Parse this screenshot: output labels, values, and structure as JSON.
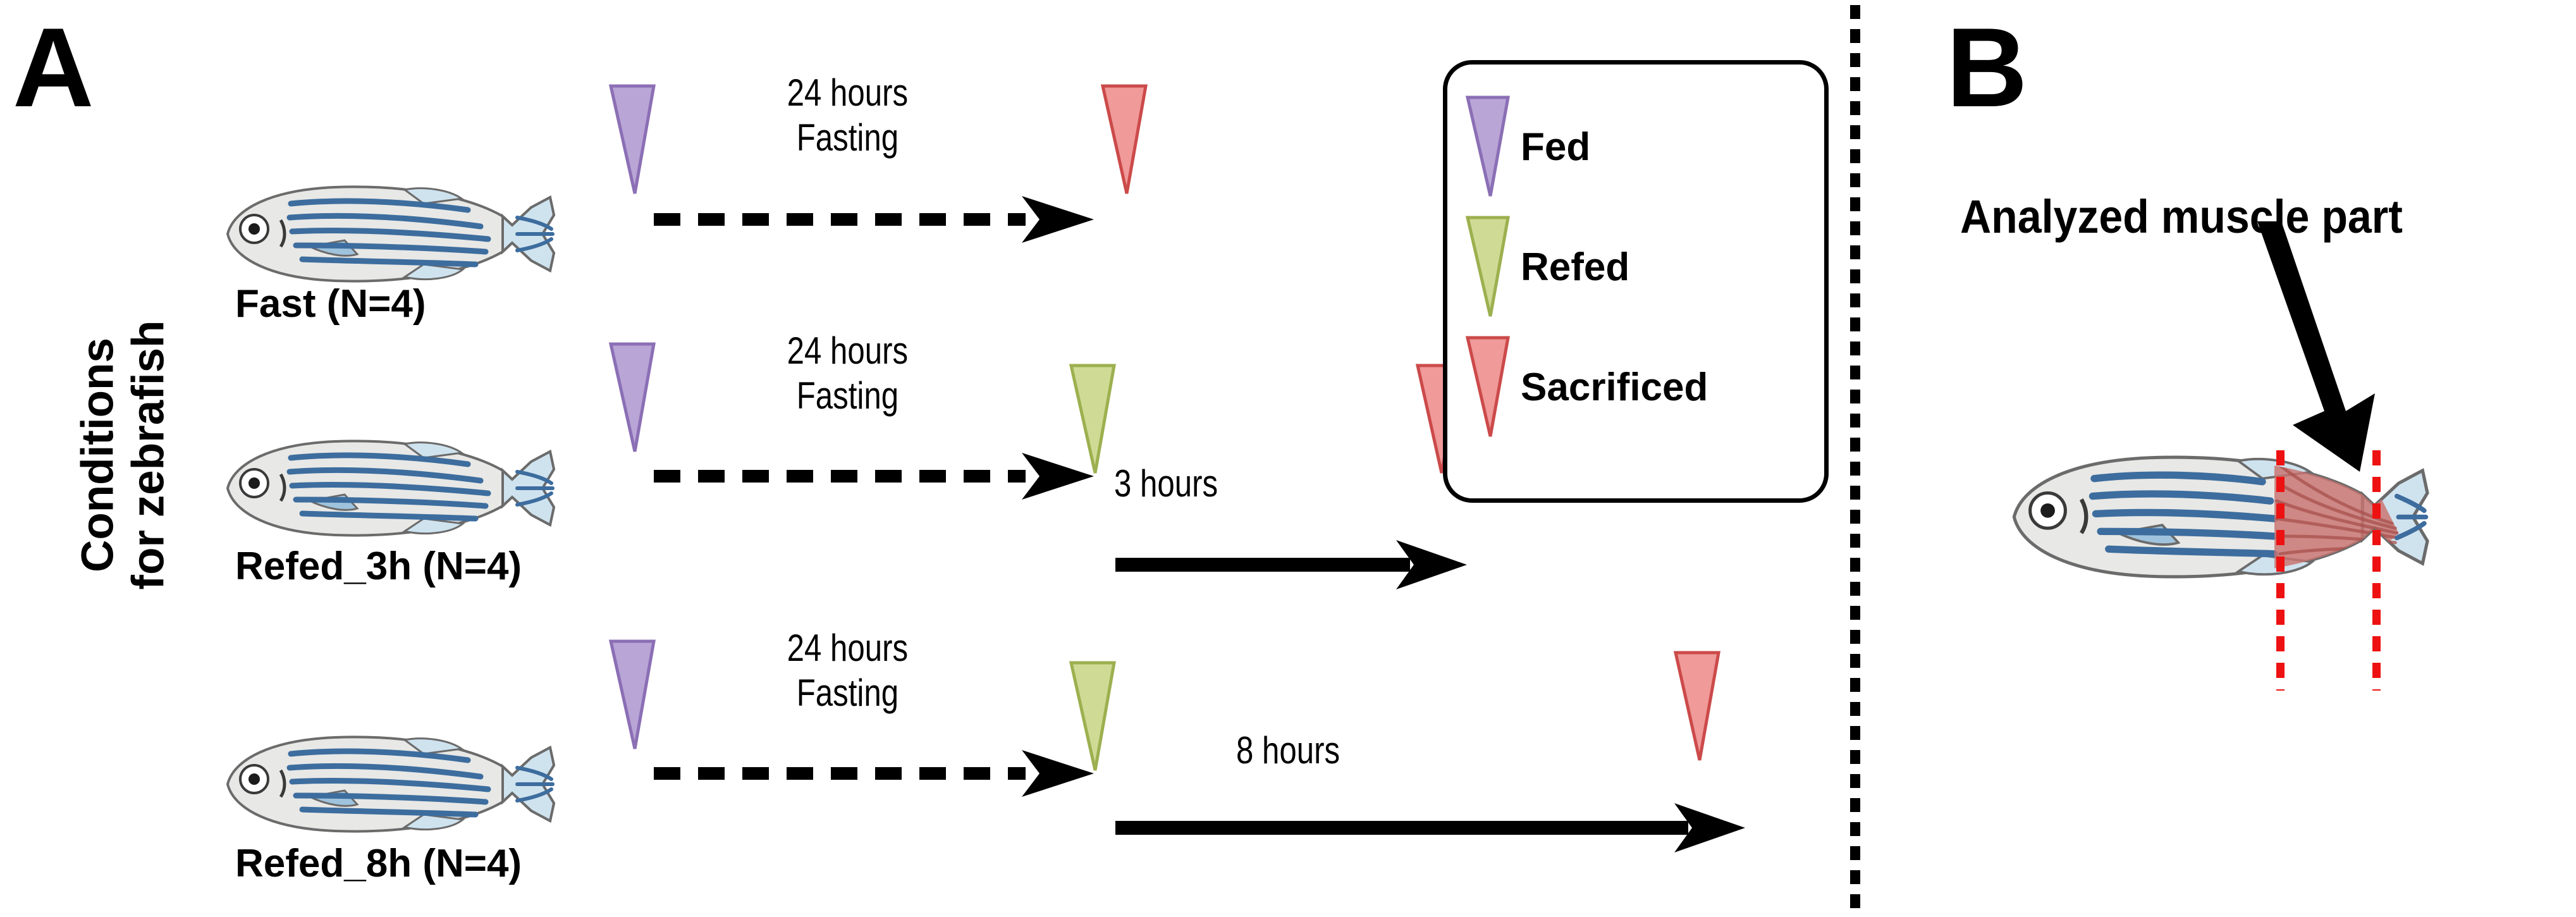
{
  "panels": {
    "a": {
      "letter": "A"
    },
    "b": {
      "letter": "B",
      "caption": "Analyzed muscle part"
    }
  },
  "axis_caption": {
    "line1": "Conditions",
    "line2": "for zebrafish"
  },
  "rows": [
    {
      "id": "fast",
      "label": "Fast (N=4)",
      "start_marker": "fed-triangle",
      "segment1": {
        "text_line1": "24 hours",
        "text_line2": "Fasting",
        "arrow": "dashed"
      },
      "end_marker": "sacrificed-triangle"
    },
    {
      "id": "refed_3h",
      "label": "Refed_3h (N=4)",
      "start_marker": "fed-triangle",
      "segment1": {
        "text_line1": "24 hours",
        "text_line2": "Fasting",
        "arrow": "dashed"
      },
      "mid_marker": "refed-triangle",
      "segment2": {
        "text_line1": "3 hours",
        "text_line2": "",
        "arrow": "solid"
      },
      "end_marker": "sacrificed-triangle"
    },
    {
      "id": "refed_8h",
      "label": "Refed_8h (N=4)",
      "start_marker": "fed-triangle",
      "segment1": {
        "text_line1": "24 hours",
        "text_line2": "Fasting",
        "arrow": "dashed"
      },
      "mid_marker": "refed-triangle",
      "segment2": {
        "text_line1": "8 hours",
        "text_line2": "",
        "arrow": "solid"
      },
      "end_marker": "sacrificed-triangle"
    }
  ],
  "legend": {
    "items": [
      {
        "label": "Fed",
        "icon": "fed-triangle",
        "color": "#b9a5d6"
      },
      {
        "label": "Refed",
        "icon": "refed-triangle",
        "color": "#cfdb95"
      },
      {
        "label": "Sacrificed",
        "icon": "sacrificed-triangle",
        "color": "#f09a9a"
      }
    ]
  },
  "colors": {
    "fed": "#b9a5d6",
    "fed_stroke": "#8b6fb5",
    "refed": "#cfdb95",
    "refed_stroke": "#9cb04f",
    "sacrificed": "#f09a9a",
    "sacrificed_stroke": "#cc4a4a",
    "fish_body": "#e8e8e6",
    "fish_stripe": "#3d6d9e",
    "fish_fin": "#cfe3ef",
    "fish_outline": "#6b6b6b",
    "muscle": "#c8736f",
    "cut_line": "#ee1111",
    "divider": "#000000",
    "arrow": "#000000"
  }
}
